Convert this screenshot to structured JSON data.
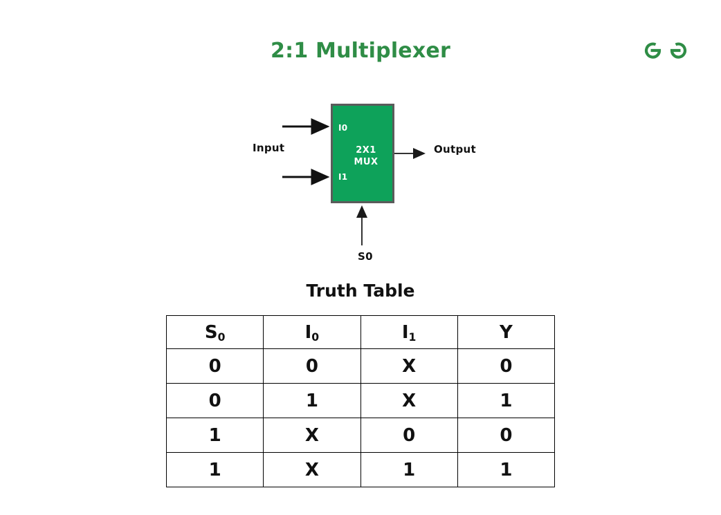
{
  "page": {
    "title": "2:1 Multiplexer",
    "background_color": "#ffffff",
    "accent_color": "#2f8d46"
  },
  "logo": {
    "name": "geeksforgeeks-logo",
    "color": "#2f8d46"
  },
  "diagram": {
    "block": {
      "center_line1": "2X1",
      "center_line2": "MUX",
      "fill_color": "#0ea25a",
      "border_color": "#5b5b5b",
      "ports": {
        "input_top": "I0",
        "input_bottom": "I1"
      }
    },
    "labels": {
      "input": "Input",
      "output": "Output",
      "select": "S0"
    }
  },
  "truth_table": {
    "heading": "Truth Table",
    "columns": [
      {
        "base": "S",
        "sub": "0"
      },
      {
        "base": "I",
        "sub": "0"
      },
      {
        "base": "I",
        "sub": "1"
      },
      {
        "base": "Y",
        "sub": ""
      }
    ],
    "rows": [
      [
        "0",
        "0",
        "X",
        "0"
      ],
      [
        "0",
        "1",
        "X",
        "1"
      ],
      [
        "1",
        "X",
        "0",
        "0"
      ],
      [
        "1",
        "X",
        "1",
        "1"
      ]
    ]
  },
  "chart_data": {
    "type": "table",
    "title": "Truth Table",
    "categories": [
      "S0",
      "I0",
      "I1",
      "Y"
    ],
    "values": [
      [
        "0",
        "0",
        "X",
        "0"
      ],
      [
        "0",
        "1",
        "X",
        "1"
      ],
      [
        "1",
        "X",
        "0",
        "0"
      ],
      [
        "1",
        "X",
        "1",
        "1"
      ]
    ]
  }
}
